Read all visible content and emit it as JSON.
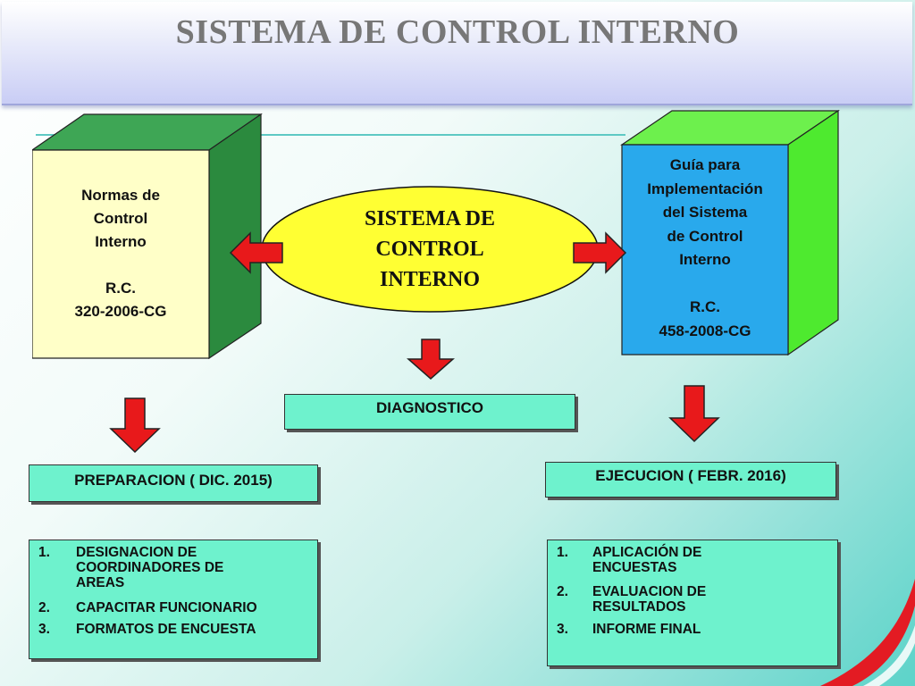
{
  "title": "SISTEMA DE CONTROL INTERNO",
  "left_cube": {
    "label": "Normas  de\nControl\nInterno\n\nR.C.\n320-2006-CG",
    "front_color": "#ffffc8",
    "side_color": "#2b8a3e"
  },
  "right_cube": {
    "label": "Guía para\nImplementación\ndel Sistema\nde Control\n  Interno\n\nR.C.\n458-2008-CG",
    "front_color": "#29a9ec",
    "side_color": "#4eea2f"
  },
  "center": {
    "label": "SISTEMA DE\nCONTROL\nINTERNO",
    "fill": "#ffff33"
  },
  "diagnostico": "DIAGNOSTICO",
  "preparacion": "PREPARACION ( DIC. 2015)",
  "ejecucion": "EJECUCION ( FEBR.  2016)",
  "left_list": [
    {
      "num": "1.",
      "text": "DESIGNACION DE\nCOORDINADORES  DE\nAREAS"
    },
    {
      "num": "2.",
      "text": "CAPACITAR FUNCIONARIO"
    },
    {
      "num": "3.",
      "text": "FORMATOS DE ENCUESTA"
    }
  ],
  "right_list": [
    {
      "num": "1.",
      "text": "APLICACIÓN DE\nENCUESTAS"
    },
    {
      "num": "2.",
      "text": "EVALUACION DE\nRESULTADOS"
    },
    {
      "num": "3.",
      "text": "INFORME FINAL"
    }
  ],
  "colors": {
    "arrow": "#e8191b",
    "box_fill": "#6ef2cd",
    "accent_red": "#e31b23"
  }
}
